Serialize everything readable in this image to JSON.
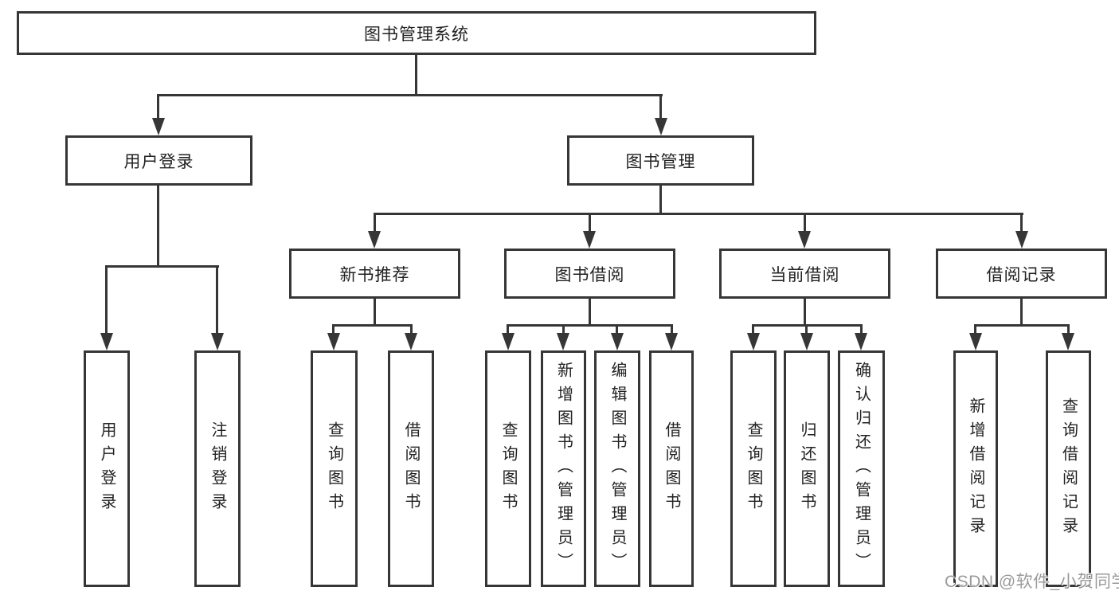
{
  "diagram": {
    "root": {
      "label": "图书管理系统",
      "children": [
        {
          "label": "用户登录",
          "children": [
            {
              "label": "用户登录"
            },
            {
              "label": "注销登录"
            }
          ]
        },
        {
          "label": "图书管理",
          "children": [
            {
              "label": "新书推荐",
              "children": [
                {
                  "label": "查询图书"
                },
                {
                  "label": "借阅图书"
                }
              ]
            },
            {
              "label": "图书借阅",
              "children": [
                {
                  "label": "查询图书"
                },
                {
                  "label": "新增图书（管理员）"
                },
                {
                  "label": "编辑图书（管理员）"
                },
                {
                  "label": "借阅图书"
                }
              ]
            },
            {
              "label": "当前借阅",
              "children": [
                {
                  "label": "查询图书"
                },
                {
                  "label": "归还图书"
                },
                {
                  "label": "确认归还（管理员）"
                }
              ]
            },
            {
              "label": "借阅记录",
              "children": [
                {
                  "label": "新增借阅记录"
                },
                {
                  "label": "查询借阅记录"
                }
              ]
            }
          ]
        }
      ]
    }
  },
  "watermark": {
    "text": "CSDN @软件_小贺同学"
  },
  "colors": {
    "line": "#363636",
    "text": "#222222",
    "background": "#ffffff",
    "watermark": "#9b9b9b"
  }
}
